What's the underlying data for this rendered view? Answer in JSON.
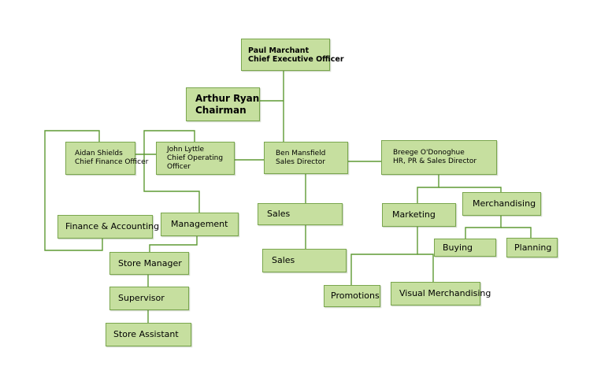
{
  "chart": {
    "ceo": {
      "name": "Paul Marchant",
      "title": "Chief Executive Officer"
    },
    "chairman": {
      "name": "Arthur Ryan",
      "title": "Chairman"
    },
    "cfo": {
      "name": "Aidan Shields",
      "title": "Chief Finance Officer"
    },
    "coo": {
      "name": "John Lyttle",
      "title_line1": "Chief Operating",
      "title_line2": "Officer"
    },
    "sales_director": {
      "name": "Ben Mansfield",
      "title": "Sales Director"
    },
    "hr_director": {
      "name": "Breege O'Donoghue",
      "title": "HR, PR & Sales Director"
    },
    "departments": {
      "finance": "Finance & Accounting",
      "management": "Management",
      "store_manager": "Store Manager",
      "supervisor": "Supervisor",
      "store_assistant": "Store Assistant",
      "sales_1": "Sales",
      "sales_2": "Sales",
      "marketing": "Marketing",
      "merchandising": "Merchandising",
      "buying": "Buying",
      "planning": "Planning",
      "promotions": "Promotions",
      "visual_merchandising": "Visual Merchandising"
    },
    "colors": {
      "box_fill": "#c6df9f",
      "box_border": "#7aa64e",
      "connector": "#5e9a33"
    }
  }
}
